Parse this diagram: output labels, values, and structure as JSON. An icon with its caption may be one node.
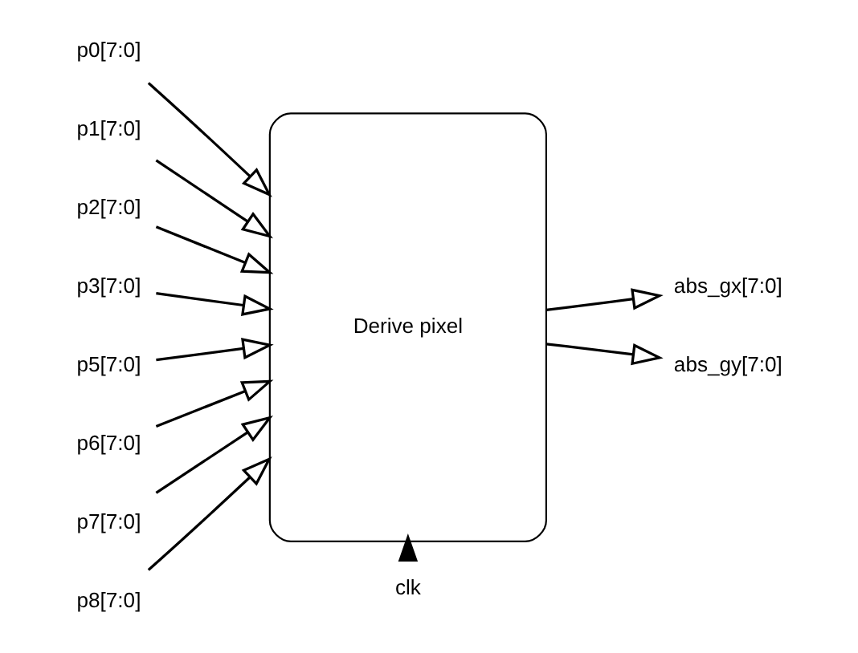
{
  "diagram": {
    "nodes": [
      {
        "text": [
          "Derive pixel"
        ]
      },
      {
        "text": [
          "p0[7:0]"
        ]
      },
      {
        "text": [
          "p1[7:0]"
        ]
      },
      {
        "text": [
          "p2[7:0]"
        ]
      },
      {
        "text": [
          "p3[7:0]"
        ]
      },
      {
        "text": [
          "p5[7:0]"
        ]
      },
      {
        "text": [
          "p6[7:0]"
        ]
      },
      {
        "text": [
          "p7[7:0]"
        ]
      },
      {
        "text": [
          "p8[7:0]"
        ]
      },
      {
        "text": [
          "abs_gx[7:0]"
        ]
      },
      {
        "text": [
          "abs_gy[7:0]"
        ]
      },
      {
        "text": [
          "clk"
        ]
      }
    ],
    "edges": [
      {
        "from": 1,
        "to": 0,
        "arrow": "to"
      },
      {
        "from": 2,
        "to": 0,
        "arrow": "to"
      },
      {
        "from": 3,
        "to": 0,
        "arrow": "to"
      },
      {
        "from": 4,
        "to": 0,
        "arrow": "to"
      },
      {
        "from": 5,
        "to": 0,
        "arrow": "to"
      },
      {
        "from": 6,
        "to": 0,
        "arrow": "to"
      },
      {
        "from": 7,
        "to": 0,
        "arrow": "to"
      },
      {
        "from": 8,
        "to": 0,
        "arrow": "to"
      },
      {
        "from": 0,
        "to": 9,
        "arrow": "to"
      },
      {
        "from": 0,
        "to": 10,
        "arrow": "to"
      },
      {
        "from": 11,
        "to": 0,
        "arrow": "to",
        "style": "thick"
      }
    ]
  }
}
